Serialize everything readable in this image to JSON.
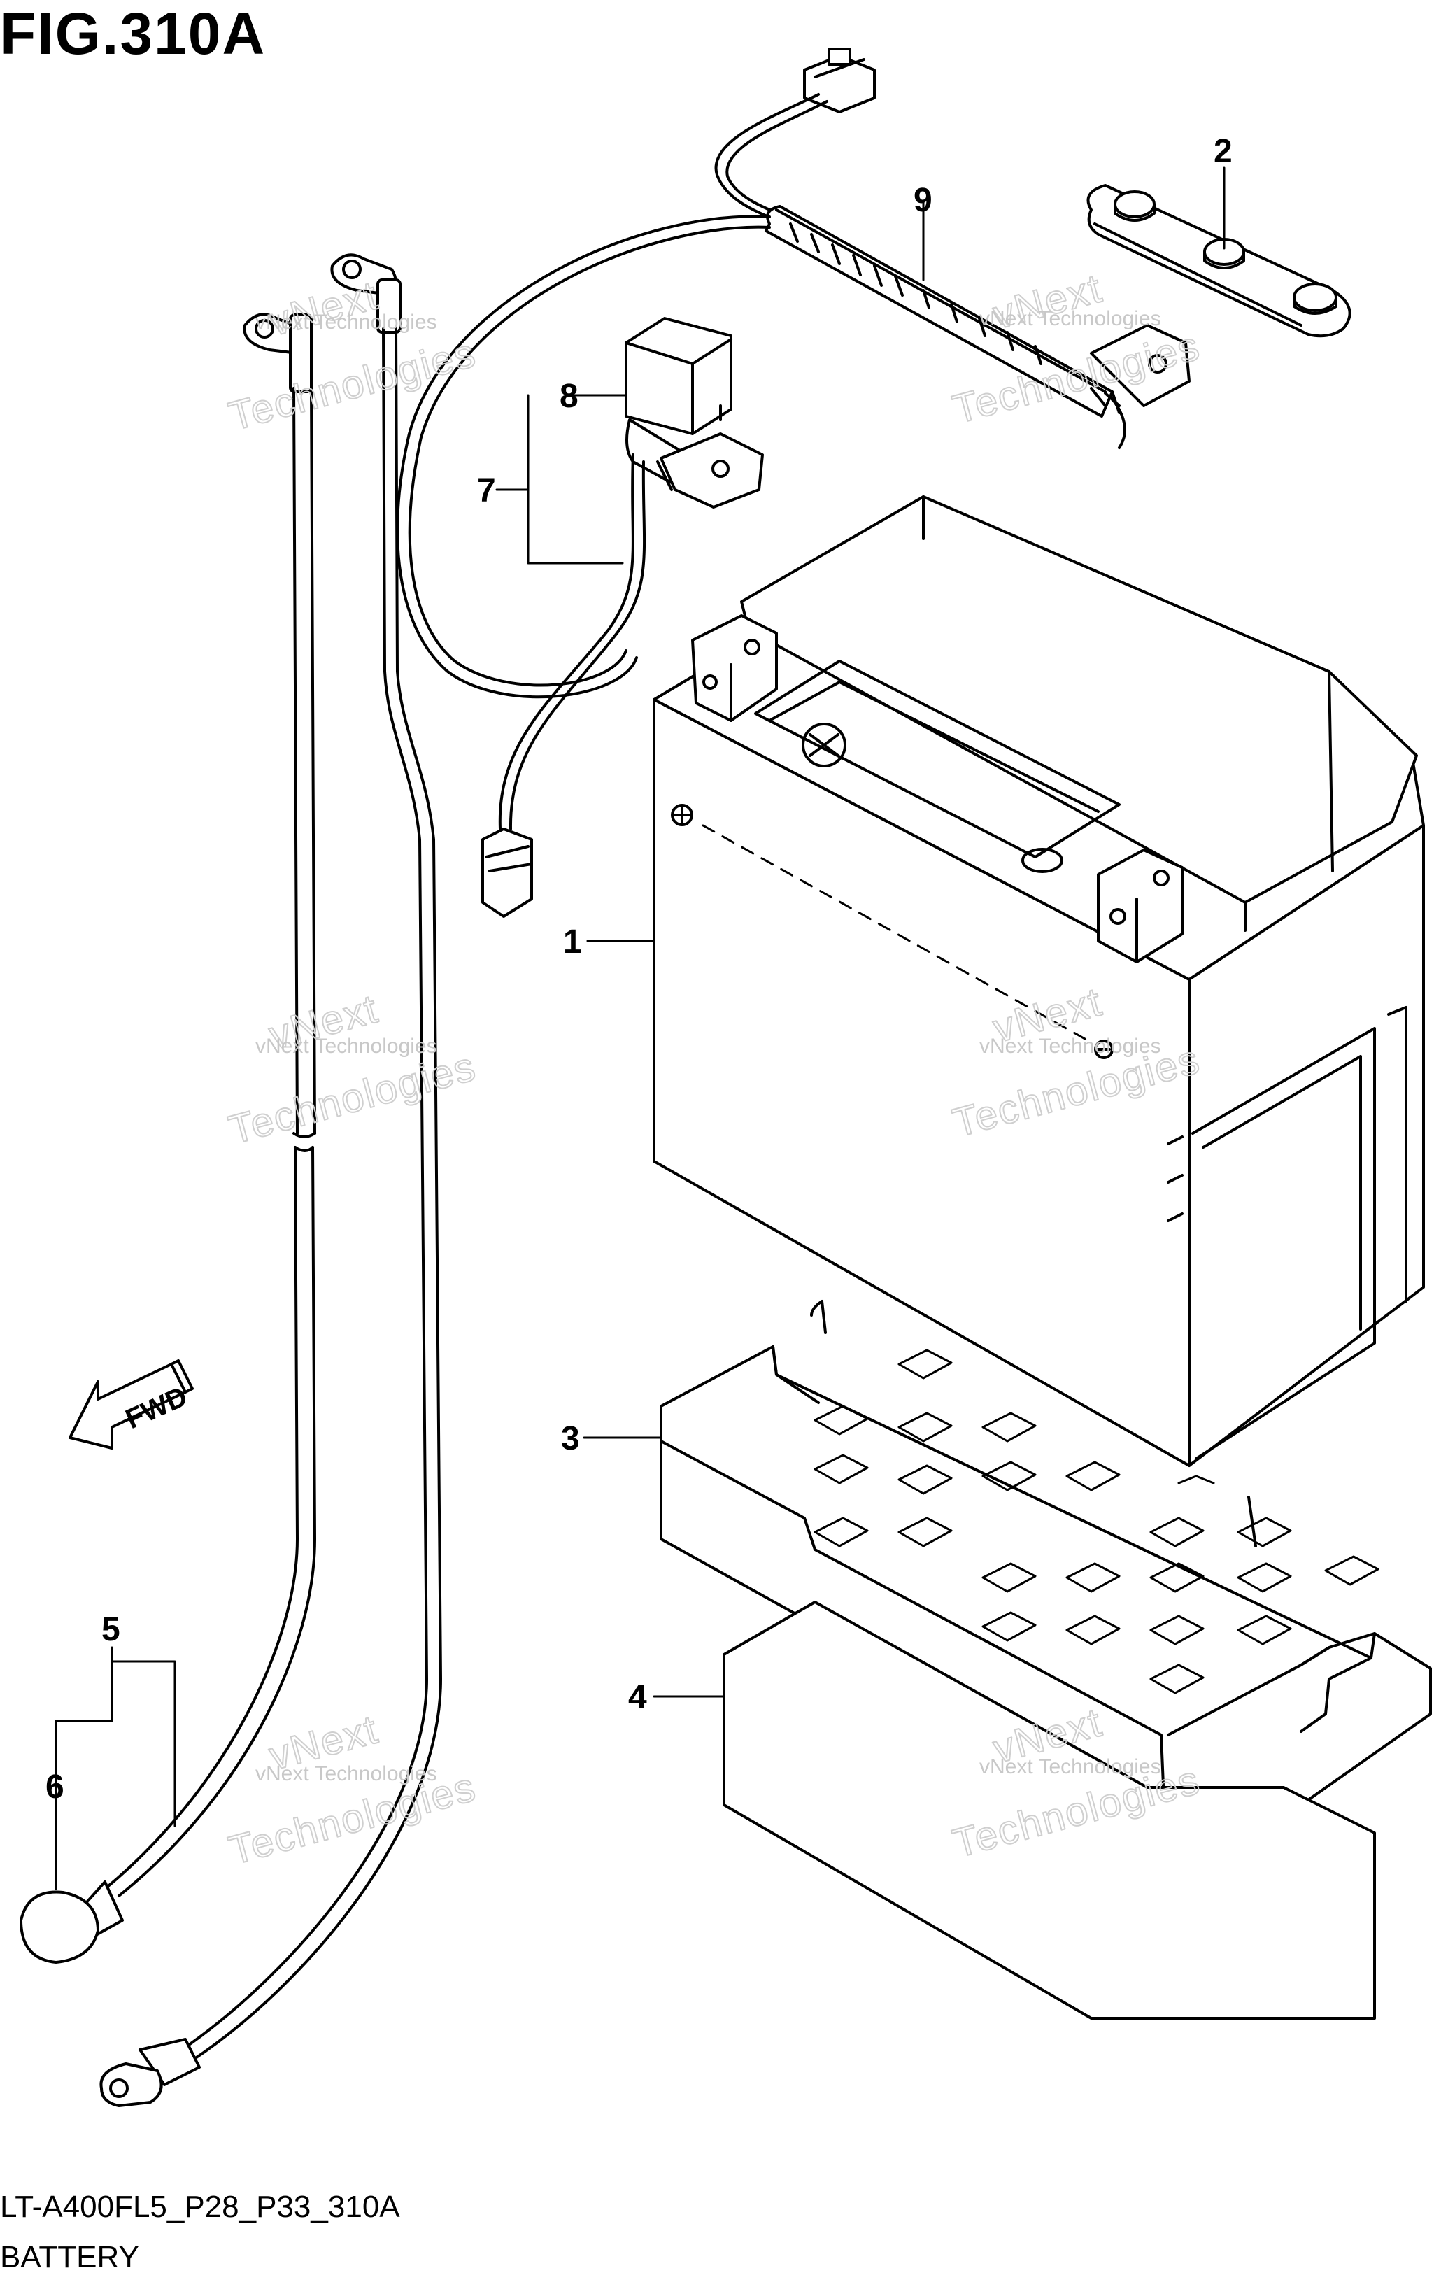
{
  "figure": {
    "title": "FIG.310A",
    "code": "LT-A400FL5_P28_P33_310A",
    "name": "BATTERY"
  },
  "direction_arrow": {
    "label": "FWD",
    "icon": "forward-arrow-icon"
  },
  "watermark": {
    "line1": "vNext Technologies",
    "big_top": "vNext",
    "big_bottom": "Technologies"
  },
  "callouts": [
    {
      "id": "1",
      "part": "battery"
    },
    {
      "id": "2",
      "part": "battery-cover-strap"
    },
    {
      "id": "3",
      "part": "battery-tray"
    },
    {
      "id": "4",
      "part": "battery-pad"
    },
    {
      "id": "5",
      "part": "battery-cable-assembly"
    },
    {
      "id": "6",
      "part": "terminal-cap"
    },
    {
      "id": "7",
      "part": "relay-assembly"
    },
    {
      "id": "8",
      "part": "relay-cover"
    },
    {
      "id": "9",
      "part": "fuse-holder-harness"
    }
  ],
  "colors": {
    "line": "#000000",
    "watermark": "#c8c8c8",
    "background": "#ffffff"
  }
}
